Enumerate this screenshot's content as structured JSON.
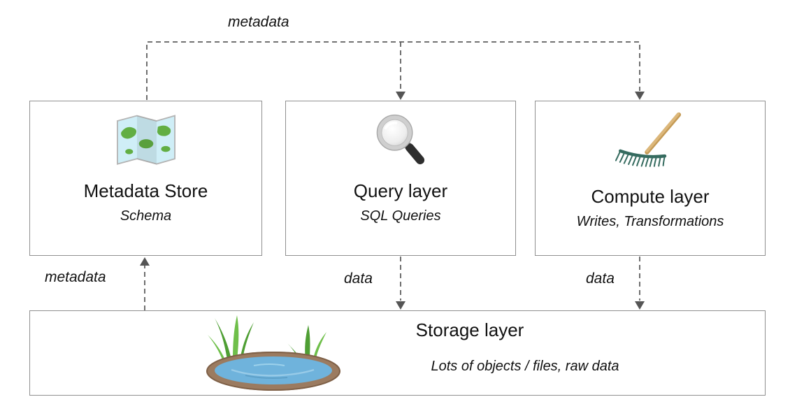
{
  "boxes": {
    "metadata_store": {
      "title": "Metadata Store",
      "subtitle": "Schema"
    },
    "query_layer": {
      "title": "Query layer",
      "subtitle": "SQL Queries"
    },
    "compute_layer": {
      "title": "Compute layer",
      "subtitle": "Writes, Transformations"
    },
    "storage_layer": {
      "title": "Storage layer",
      "subtitle": "Lots of objects / files, raw data"
    }
  },
  "edge_labels": {
    "top_metadata": "metadata",
    "store_metadata": "metadata",
    "query_data": "data",
    "compute_data": "data"
  },
  "icons": {
    "metadata_store": "map-icon",
    "query_layer": "magnifying-glass-icon",
    "compute_layer": "rake-icon",
    "storage_layer": "pond-icon"
  },
  "colors": {
    "box_border": "#8f8f8f",
    "connector": "#5f5f5f",
    "text": "#111111",
    "water": "#6fb3dc",
    "grass": "#55a337",
    "rake_head": "#356b5f",
    "rake_handle": "#dcb77a"
  }
}
